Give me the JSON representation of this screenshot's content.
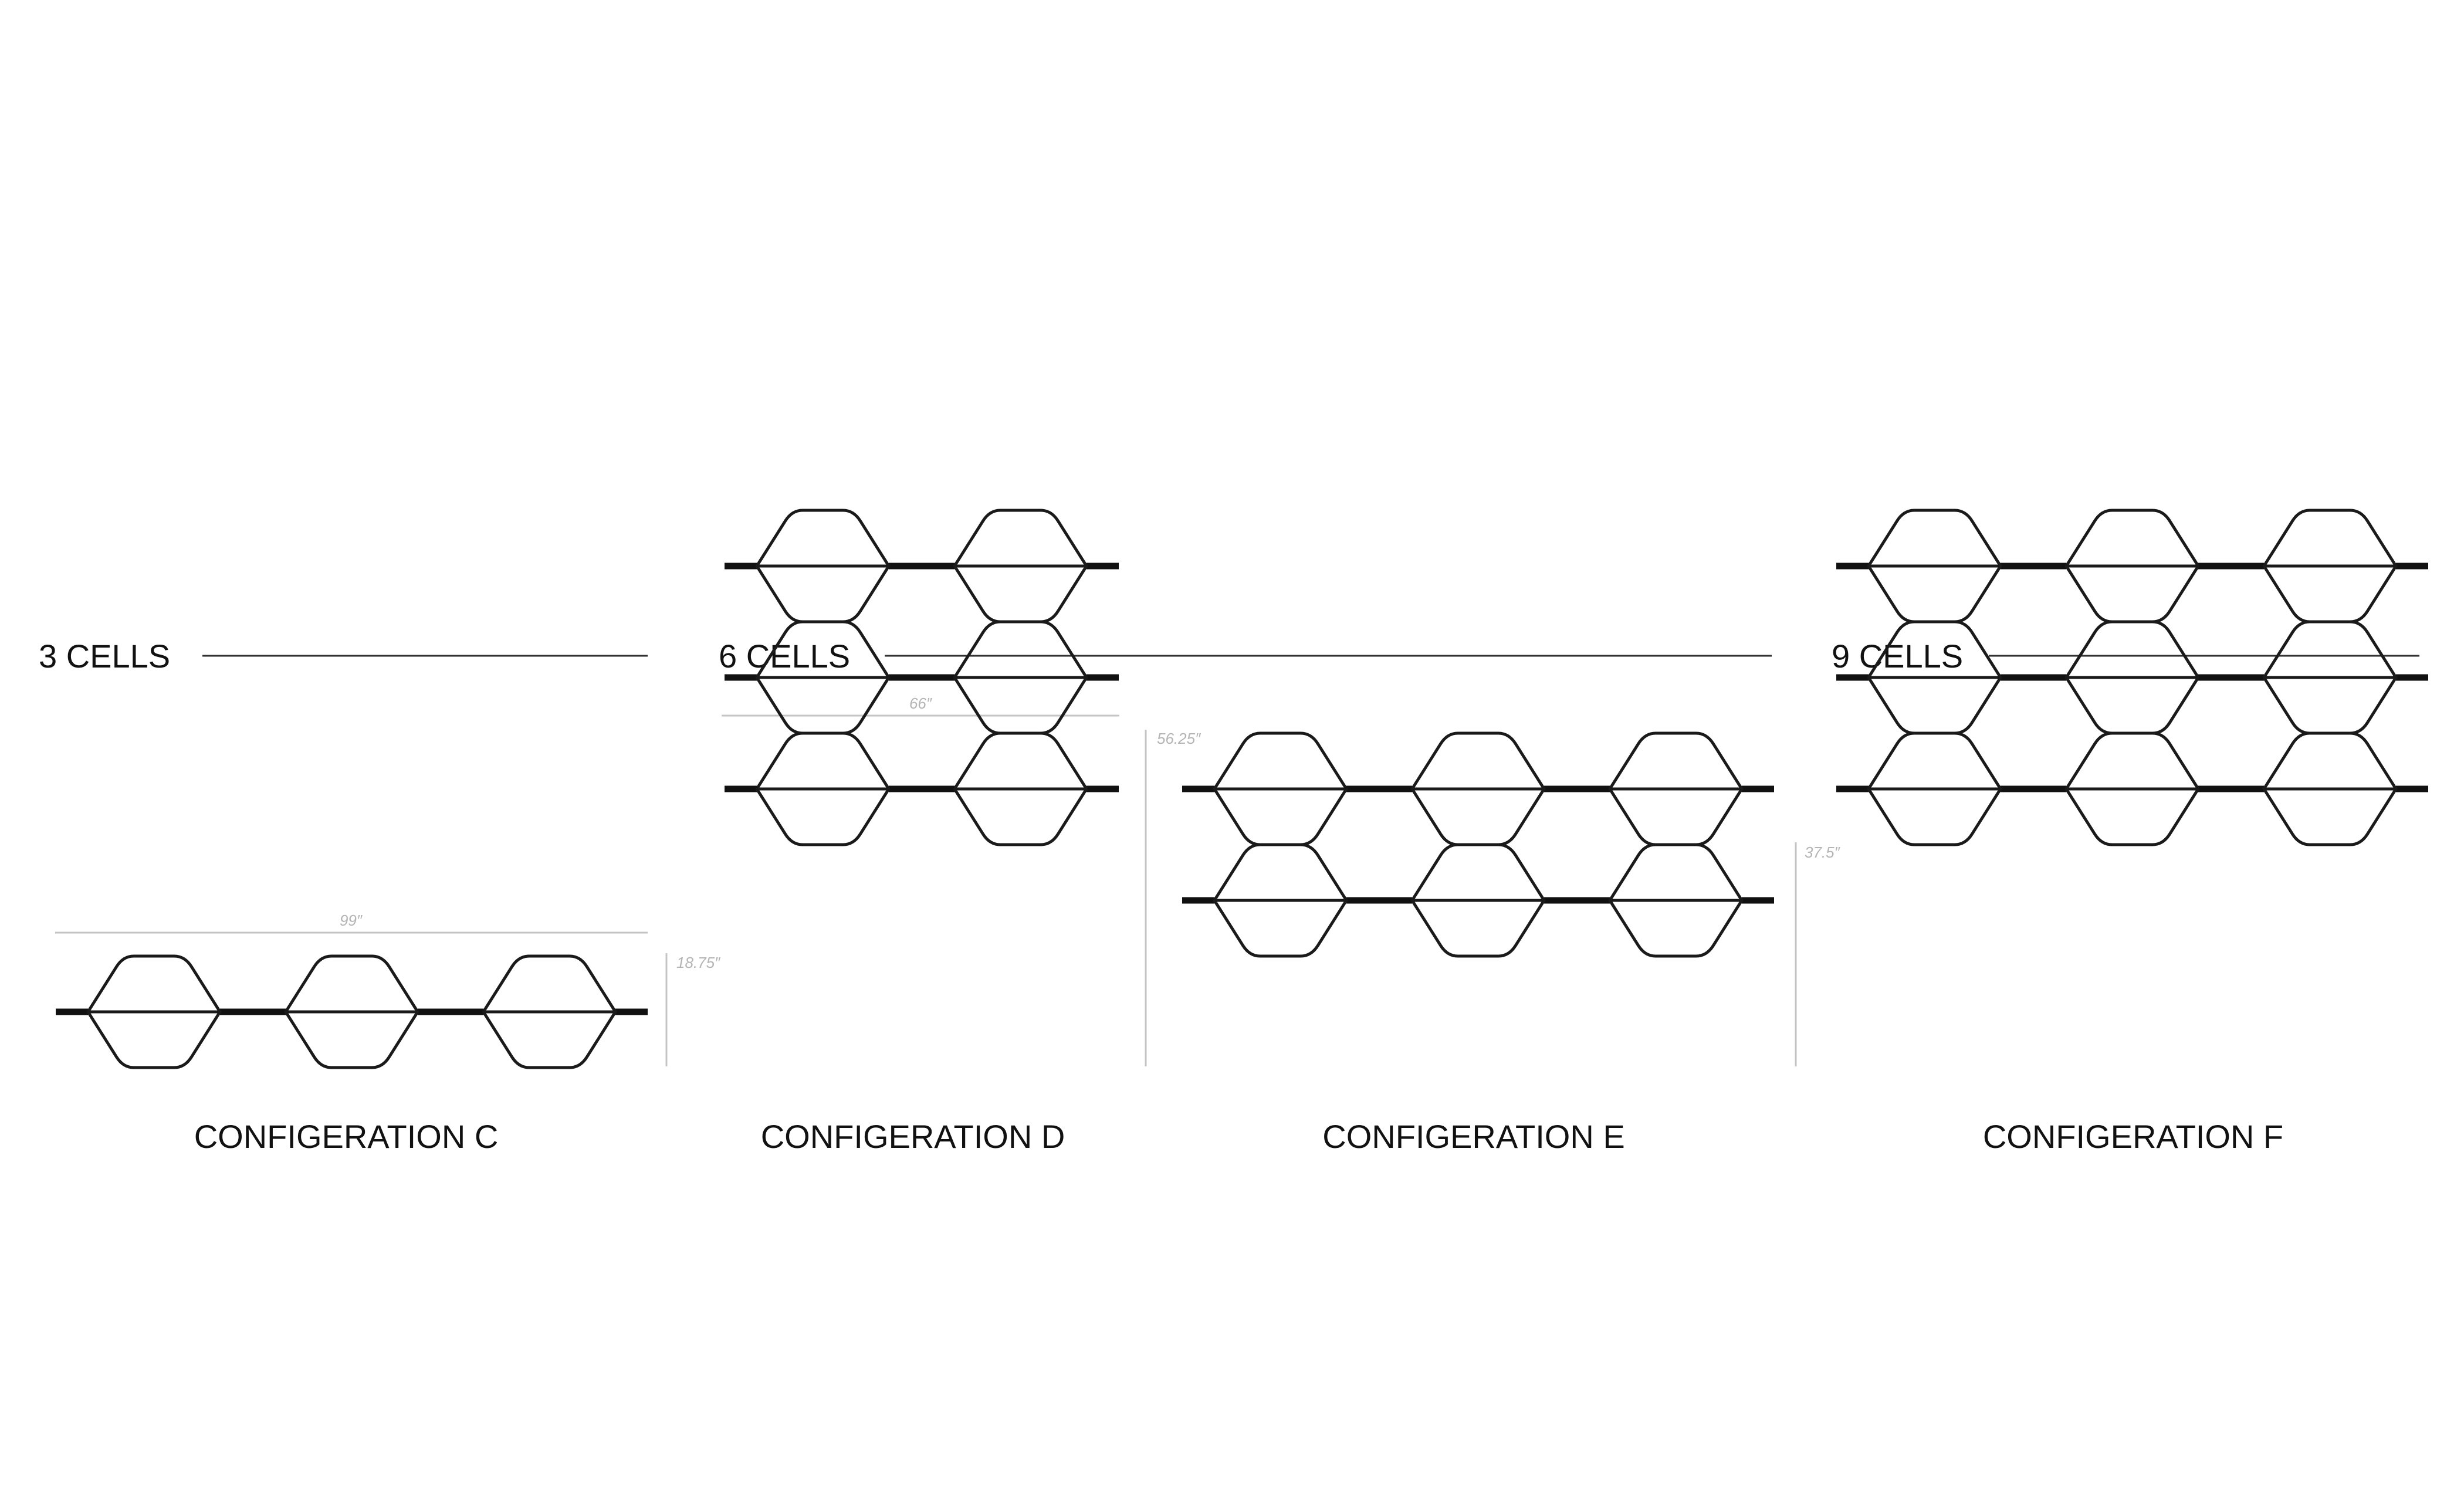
{
  "groups": [
    {
      "title": "3 CELLS"
    },
    {
      "title": "6 CELLS"
    },
    {
      "title": "9 CELLS"
    }
  ],
  "configurations": [
    {
      "label": "CONFIGERATION C",
      "width_label": "99″",
      "height_label": "18.75″",
      "rows": 1,
      "cols": 3,
      "cells": 3
    },
    {
      "label": "CONFIGERATION D",
      "width_label": "66″",
      "height_label": "56.25″",
      "rows": 3,
      "cols": 2,
      "cells": 6
    },
    {
      "label": "CONFIGERATION E",
      "width_label": "",
      "height_label": "37.5″",
      "rows": 2,
      "cols": 3,
      "cells": 6
    },
    {
      "label": "CONFIGERATION F",
      "width_label": "",
      "height_label": "",
      "rows": 3,
      "cols": 3,
      "cells": 9
    }
  ],
  "colors": {
    "line": "#1a1a1a",
    "dimension": "#c4c4c4",
    "dimension_text": "#b4b4b4",
    "text": "#111111"
  }
}
